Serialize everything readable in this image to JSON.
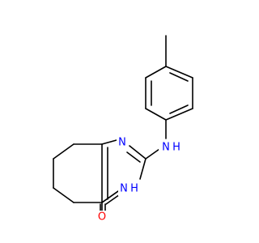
{
  "molecule": {
    "atoms": [
      {
        "id": "N1",
        "label": "N",
        "color": "#0000ff"
      },
      {
        "id": "NH_ring",
        "label": "N",
        "color": "#0000ff"
      },
      {
        "id": "H_ring",
        "label": "H",
        "color": "#0000ff"
      },
      {
        "id": "N_amine",
        "label": "N",
        "color": "#0000ff"
      },
      {
        "id": "H_amine",
        "label": "H",
        "color": "#0000ff"
      },
      {
        "id": "O",
        "label": "O",
        "color": "#ff0000"
      }
    ],
    "bond_color": "#000000"
  }
}
